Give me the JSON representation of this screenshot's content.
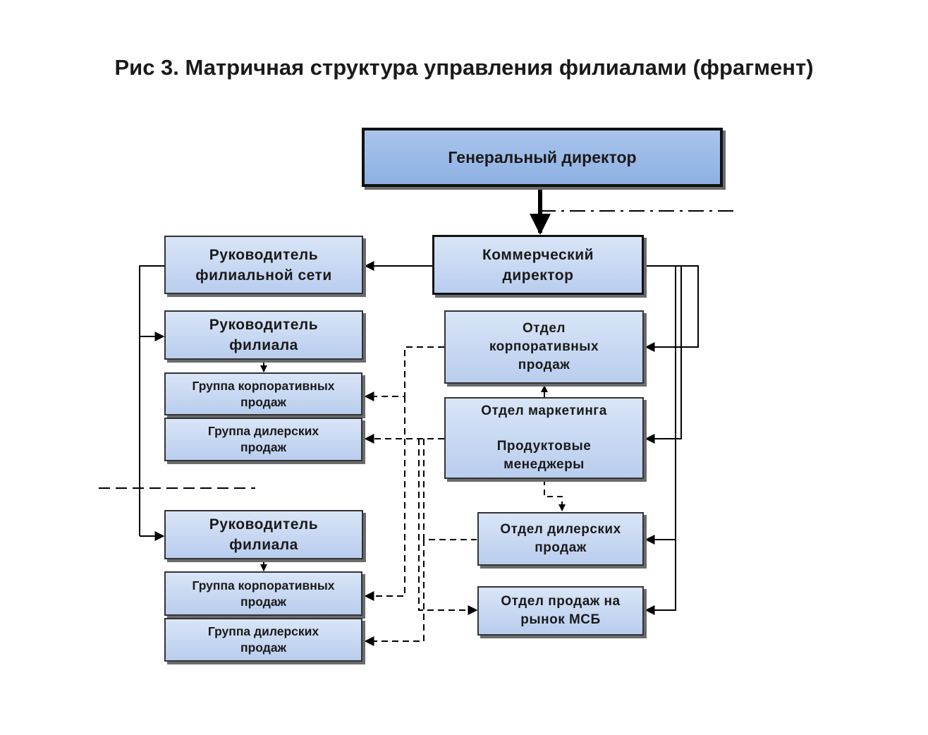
{
  "title": "Рис 3. Матричная структура управления филиалами (фрагмент)",
  "boxes": {
    "general_director": "Генеральный директор",
    "commercial_director": "Коммерческий\nдиректор",
    "network_head": "Руководитель\nфилиальной сети",
    "branch_head_1": "Руководитель\nфилиала",
    "corp_group_1": "Группа корпоративных\nпродаж",
    "dealer_group_1": "Группа дилерских\nпродаж",
    "branch_head_2": "Руководитель\nфилиала",
    "corp_group_2": "Группа корпоративных\nпродаж",
    "dealer_group_2": "Группа дилерских\nпродаж",
    "corp_sales_dept": "Отдел\nкорпоративных\nпродаж",
    "marketing_dept": "Отдел маркетинга",
    "product_managers": "Продуктовые\nменеджеры",
    "dealer_sales_dept": "Отдел дилерских\nпродаж",
    "sme_sales_dept": "Отдел продаж на\nрынок МСБ"
  },
  "colors": {
    "box_fill": "#c8d8f2",
    "main_box_fill": "#9dbbe8",
    "line": "#000000"
  }
}
